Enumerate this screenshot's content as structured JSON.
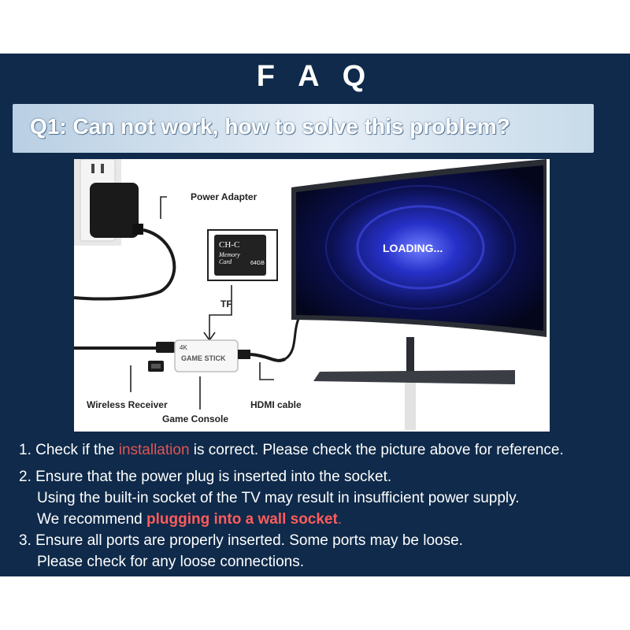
{
  "header": {
    "title": "F A Q"
  },
  "question": {
    "text": "Q1:  Can not work, how to solve this problem?"
  },
  "diagram": {
    "labels": {
      "power_adapter": "Power Adapter",
      "tf": "TF",
      "wireless_receiver": "Wireless Receiver",
      "game_console": "Game Console",
      "hdmi_cable": "HDMI cable"
    },
    "screen_text": "LOADING...",
    "sd_card": {
      "brand": "CH-C",
      "line1": "Memory",
      "line2": "Card",
      "capacity": "64GB"
    },
    "console_text": {
      "badge": "4K",
      "name": "GAME STICK"
    }
  },
  "instructions": {
    "item1": {
      "pre": "1. Check if the ",
      "highlight": "installation",
      "post": " is correct. Please check the picture above for reference."
    },
    "item2": {
      "line1": "2. Ensure that the power plug is inserted into the socket.",
      "line2": "Using the built-in socket of the TV may result in insufficient power supply.",
      "line3_pre": "We recommend ",
      "line3_highlight": "plugging into a wall socket",
      "line3_post": "."
    },
    "item3": {
      "line1": "3. Ensure all ports are properly inserted. Some ports may be loose.",
      "line2": "Please check for any loose connections."
    }
  },
  "colors": {
    "background": "#0f2a4a",
    "highlight": "#e05555",
    "highlight_bold": "#ff5c5c",
    "banner": "#c8dbea"
  }
}
